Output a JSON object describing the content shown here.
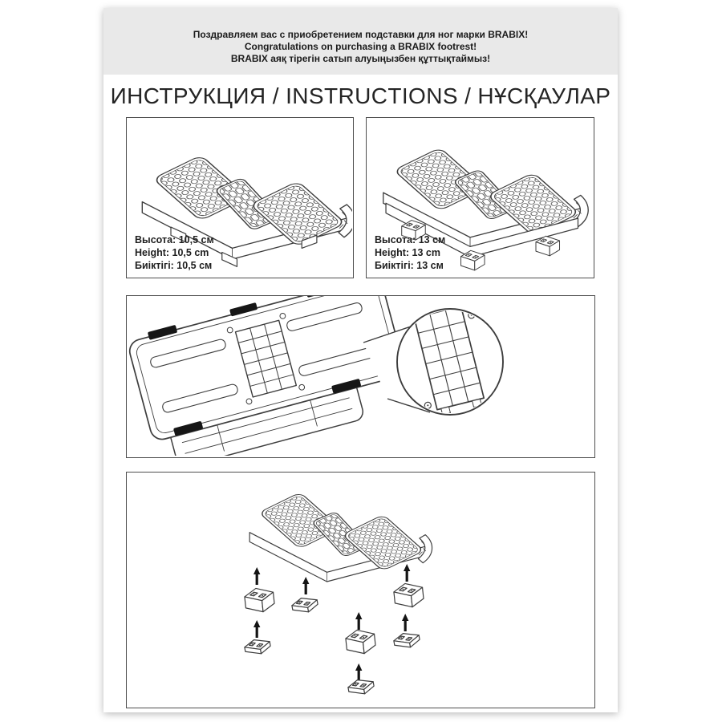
{
  "header": {
    "lines": [
      "Поздравляем вас с приобретением подставки для ног марки BRABIX!",
      "Congratulations on purchasing a BRABIX footrest!",
      "BRABIX аяқ тірегін сатып алуыңызбен құттықтаймыз!"
    ]
  },
  "title": "ИНСТРУКЦИЯ / INSTRUCTIONS / НҰСҚАУЛАР",
  "panels": {
    "height_low": {
      "labels": [
        "Высота: 10,5 см",
        "Height: 10,5 cm",
        "Биіктігі: 10,5 см"
      ]
    },
    "height_high": {
      "labels": [
        "Высота: 13 см",
        "Height: 13 cm",
        "Биіктігі: 13 см"
      ]
    }
  },
  "colors": {
    "header_bg": "#e9e9e9",
    "panel_border": "#4e4e4e",
    "line_art": "#3d3d3d",
    "rubber_pad": "#161616"
  }
}
